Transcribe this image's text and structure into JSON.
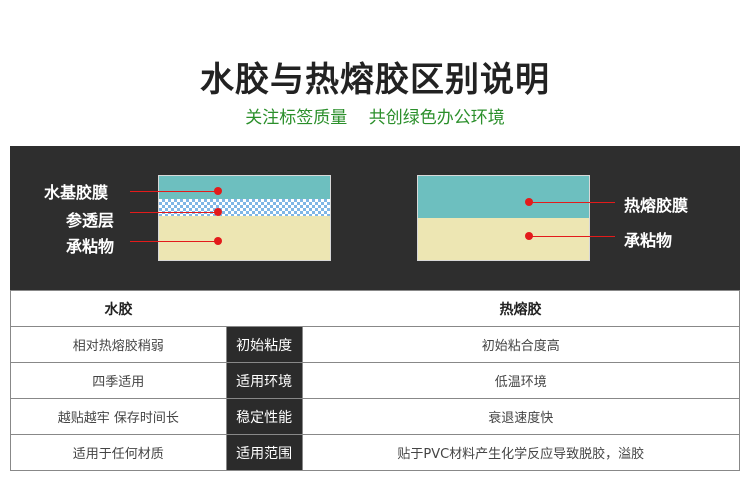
{
  "header": {
    "title": "水胶与热熔胶区别说明",
    "subtitle_left": "关注标签质量",
    "subtitle_right": "共创绿色办公环境"
  },
  "diagram": {
    "left_labels": [
      "水基胶膜",
      "参透层",
      "承粘物"
    ],
    "right_labels": [
      "热熔胶膜",
      "承粘物"
    ]
  },
  "table": {
    "header_left": "水胶",
    "header_right": "热熔胶",
    "rows": [
      {
        "left": "相对热熔胶稍弱",
        "mid": "初始粘度",
        "right": "初始粘合度高"
      },
      {
        "left": "四季适用",
        "mid": "适用环境",
        "right": "低温环境"
      },
      {
        "left": "越贴越牢 保存时间长",
        "mid": "稳定性能",
        "right": "衰退速度快"
      },
      {
        "left": "适用于任何材质",
        "mid": "适用范围",
        "right": "贴于PVC材料产生化学反应导致脱胶，溢胶"
      }
    ]
  },
  "colors": {
    "panel": "#2e2e2e",
    "accent_green": "#2b8f2b",
    "pointer_red": "#e31b1b",
    "film_teal": "#6dbfbf",
    "substrate_cream": "#ede6b3",
    "penetration_blue": "#7fb6e6"
  }
}
